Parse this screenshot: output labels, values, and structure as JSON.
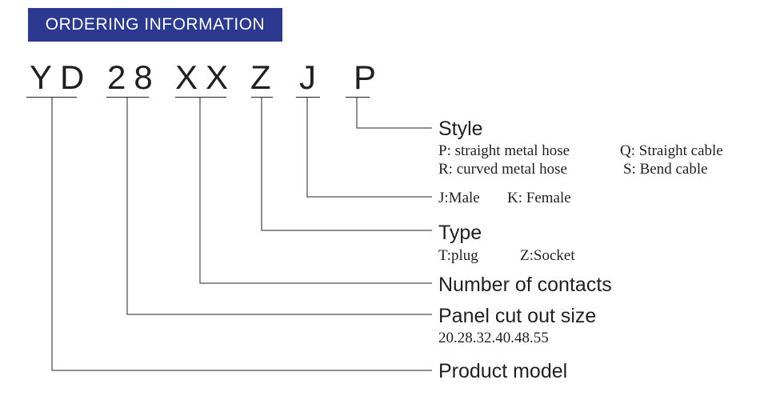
{
  "header": {
    "title": "ORDERING INFORMATION"
  },
  "code_parts": [
    "YD",
    "28",
    "XX",
    "Z",
    "J",
    "P"
  ],
  "fields": {
    "style": {
      "label": "Style",
      "options_row1": [
        "P: straight metal hose",
        "Q: Straight cable"
      ],
      "options_row2": [
        "R: curved metal hose",
        "S: Bend cable"
      ]
    },
    "gender": {
      "options": [
        "J:Male",
        "K: Female"
      ]
    },
    "type": {
      "label": "Type",
      "options": [
        "T:plug",
        "Z:Socket"
      ]
    },
    "contacts": {
      "label": "Number of contacts"
    },
    "panel": {
      "label": "Panel cut out size",
      "values": "20.28.32.40.48.55"
    },
    "model": {
      "label": "Product model"
    }
  }
}
